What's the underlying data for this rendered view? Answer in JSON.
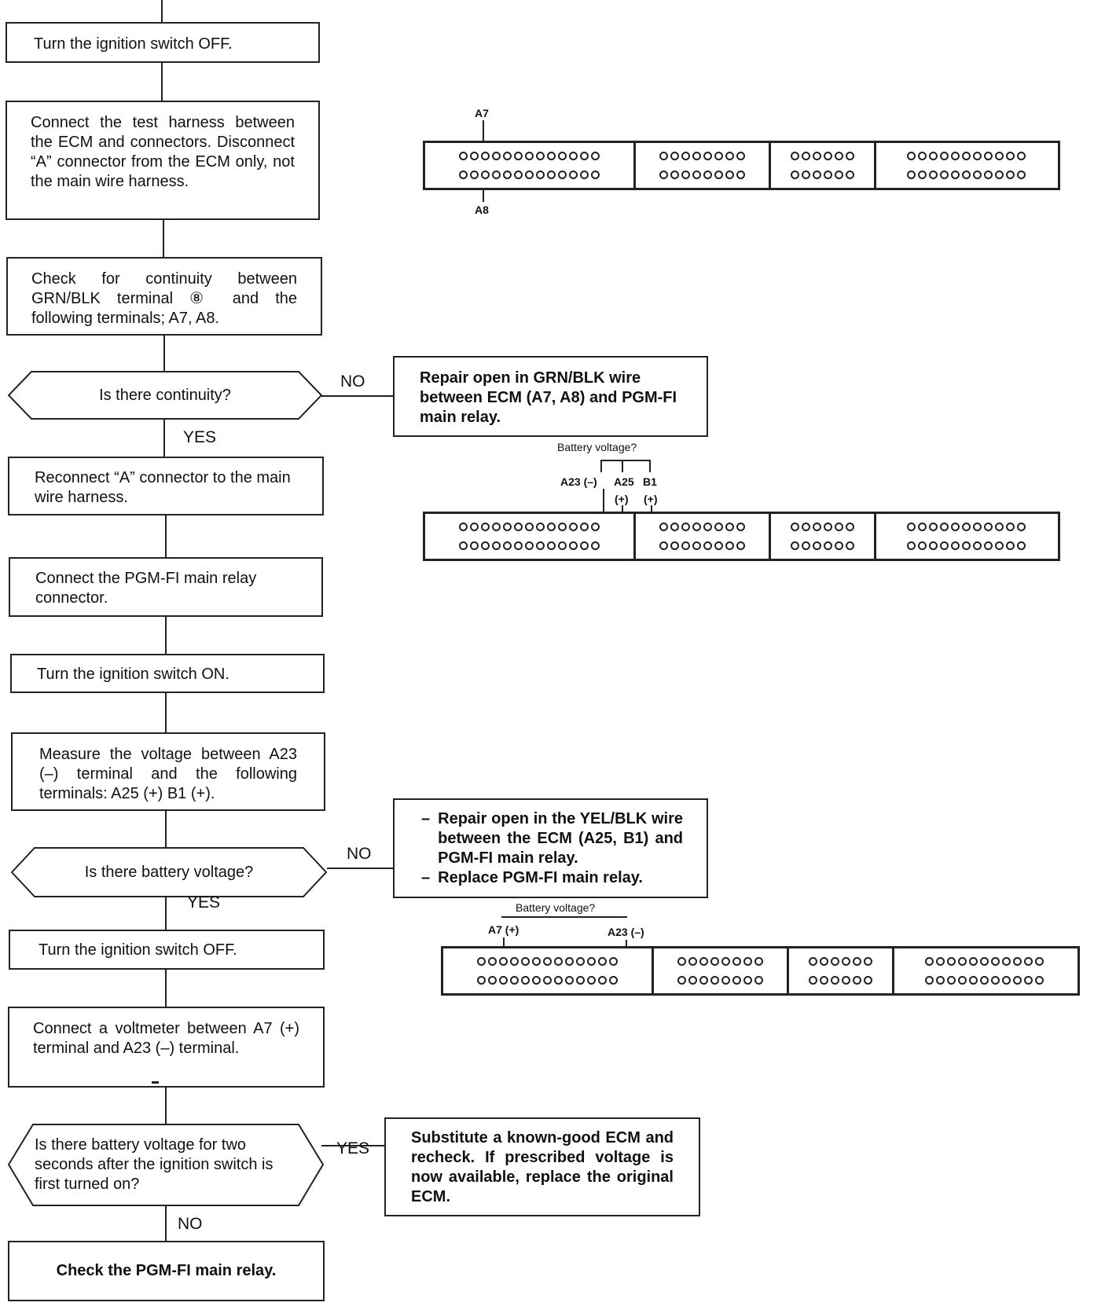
{
  "steps": {
    "s1": "Turn the ignition switch OFF.",
    "s2": "Connect the test harness between the ECM and connectors. Disconnect “A” connector from the ECM only, not the main wire harness.",
    "s3": "Check for continuity between GRN/BLK terminal ⑧ and the following terminals; A7, A8.",
    "d1": "Is there continuity?",
    "s4": "Reconnect “A” connector to the main wire harness.",
    "s5": "Connect the PGM-FI main relay connector.",
    "s6": "Turn the ignition switch ON.",
    "s7": "Measure the voltage between A23 (–) terminal and the following terminals: A25 (+) B1 (+).",
    "d2": "Is there battery voltage?",
    "s8": "Turn the ignition switch OFF.",
    "s9": "Connect a voltmeter between A7 (+) terminal and A23 (–) terminal.",
    "d3": "Is there battery voltage for two seconds after the ignition switch is first turned on?",
    "s10": "Check the PGM-FI main relay."
  },
  "side": {
    "r1": "Repair open in GRN/BLK wire between ECM (A7, A8) and PGM-FI main relay.",
    "r2a": "Repair open in the YEL/BLK wire between the ECM (A25, B1) and PGM-FI main relay.",
    "r2b": "Replace PGM-FI main relay.",
    "r3": "Substitute a known-good ECM and recheck. If prescribed voltage is now available, replace the original ECM."
  },
  "labels": {
    "no": "NO",
    "yes": "YES",
    "dash": "–"
  },
  "diagrams": {
    "d1": {
      "top": "A7",
      "bottom": "A8"
    },
    "d2": {
      "title": "Battery voltage?",
      "a23": "A23 (–)",
      "a25": "A25",
      "b1": "B1",
      "plus1": "(+)",
      "plus2": "(+)"
    },
    "d3": {
      "title": "Battery voltage?",
      "a7": "A7 (+)",
      "a23": "A23 (–)"
    }
  },
  "connector": {
    "segments_pins_per_row": [
      13,
      8,
      6,
      11
    ]
  }
}
